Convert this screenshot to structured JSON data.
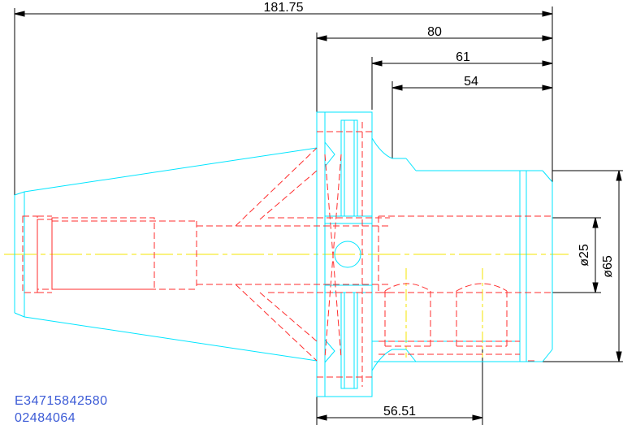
{
  "drawing": {
    "dimensions": {
      "overall_length": "181.75",
      "flange_to_end": "80",
      "length_61": "61",
      "length_54": "54",
      "bottom_length": "56.51",
      "bore_diameter": "ø25",
      "body_diameter": "ø65"
    },
    "codes": {
      "part_number": "E34715842580",
      "sub_number": "02484064"
    },
    "colors": {
      "outline": "#00e5ff",
      "hidden": "#ff2d2d",
      "centerline": "#f5e400",
      "dimension": "#000000",
      "code_text": "#3c5bd6"
    }
  }
}
